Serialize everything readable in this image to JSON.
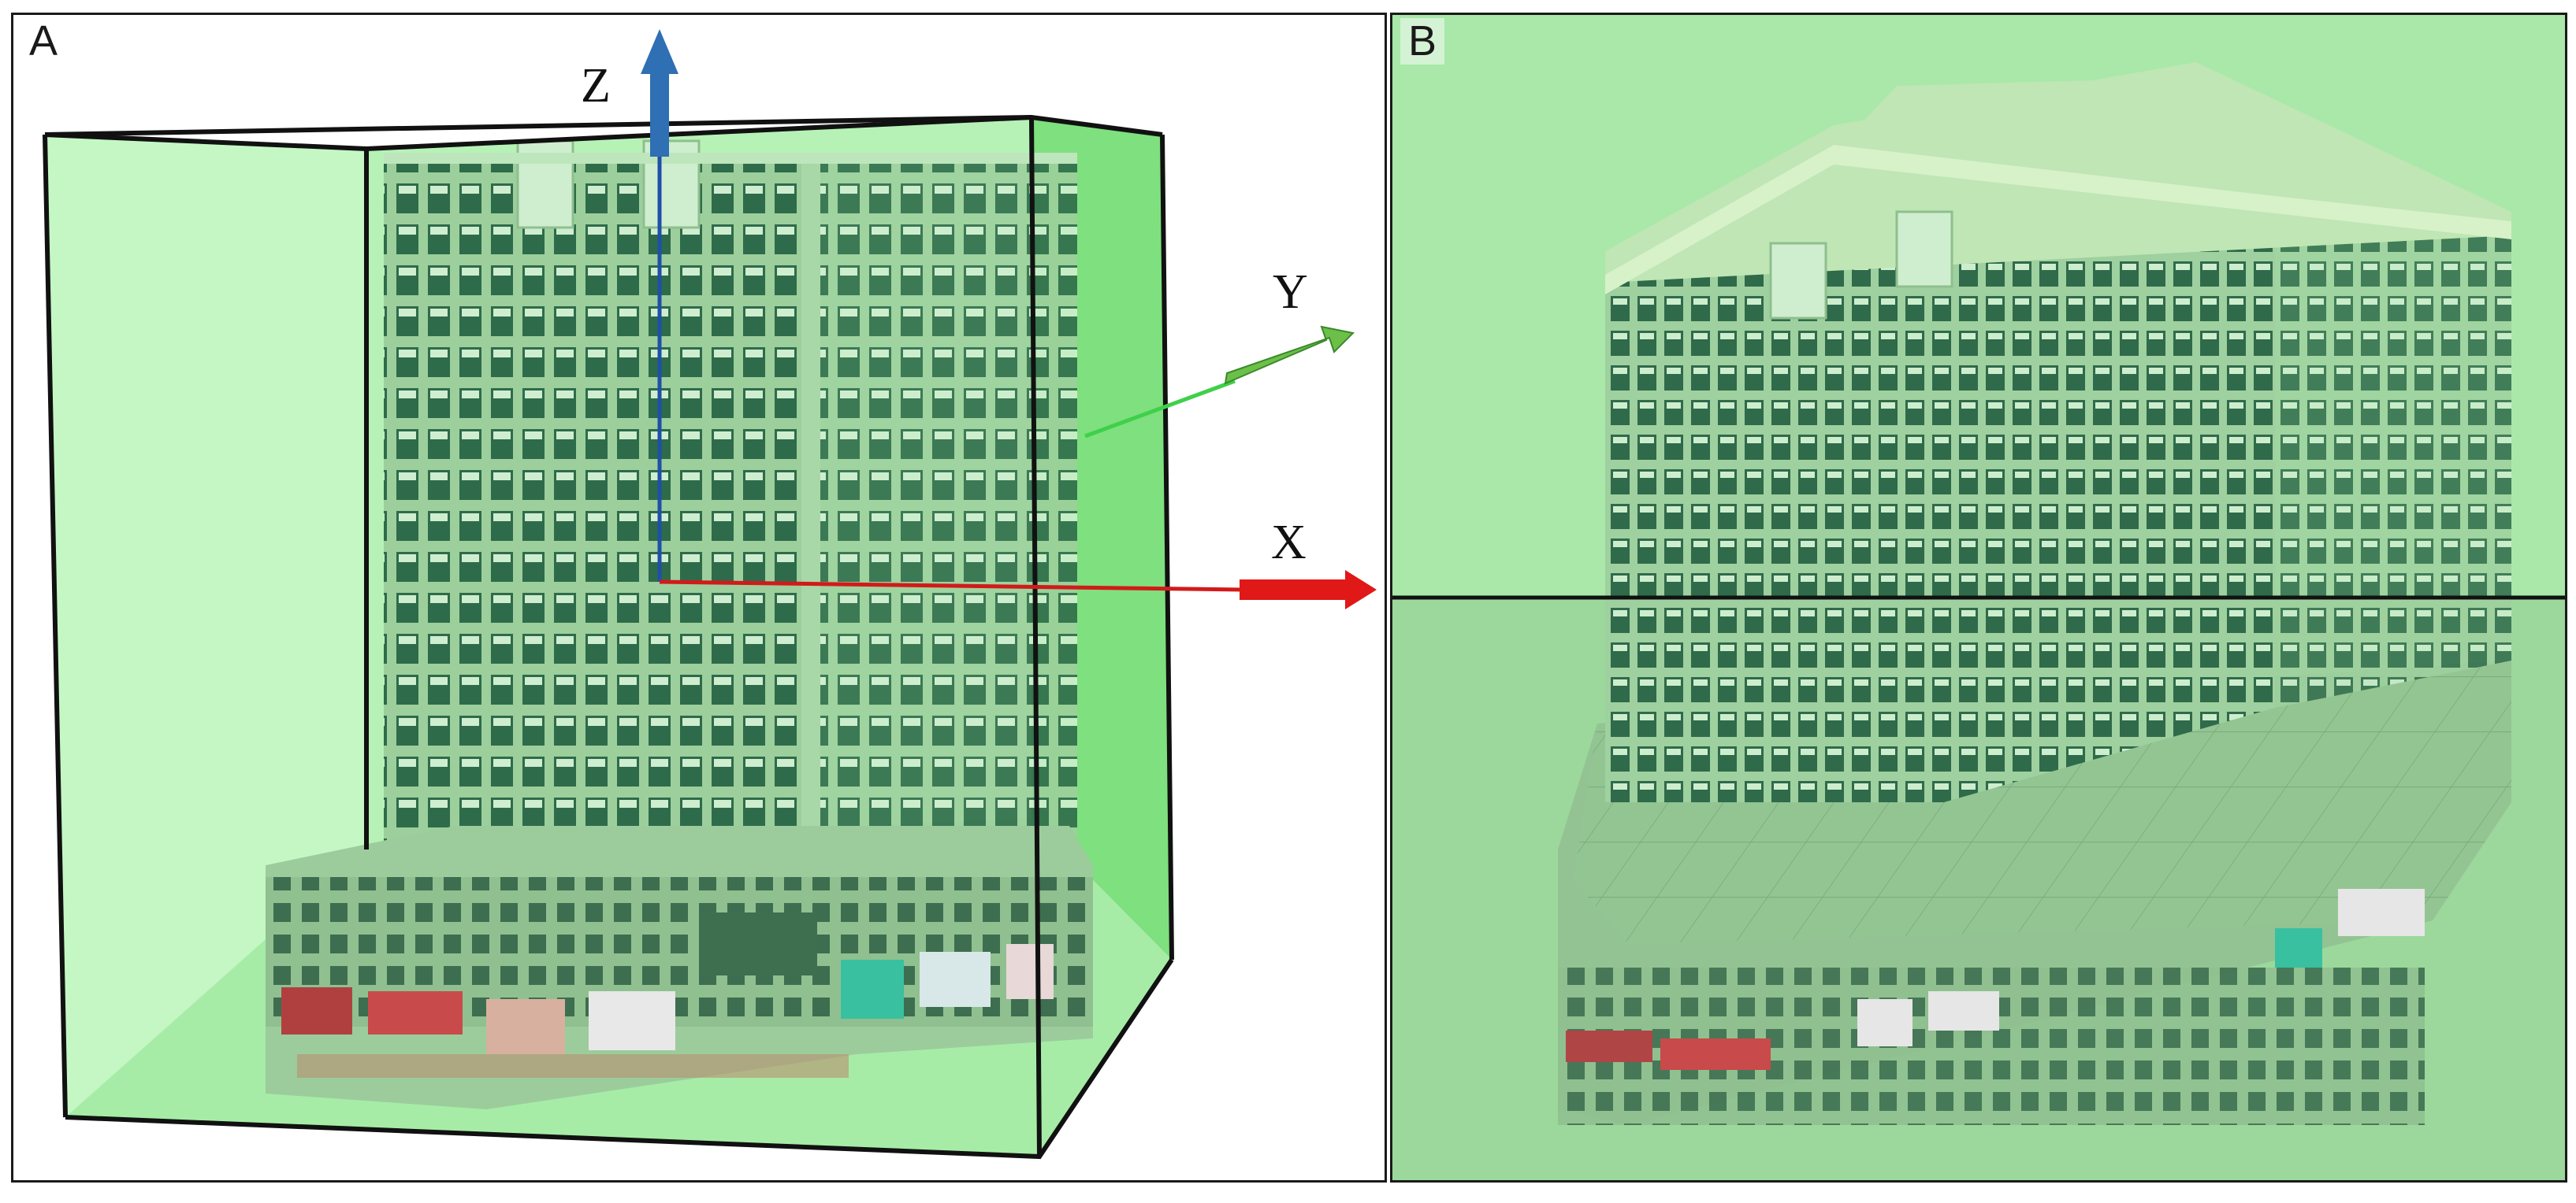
{
  "panels": {
    "a": {
      "label": "A"
    },
    "b": {
      "label": "B"
    }
  },
  "axes": {
    "x": "X",
    "y": "Y",
    "z": "Z"
  },
  "colors": {
    "box_fill": "#aef0ae",
    "box_side": "#7ee07e",
    "building": "#8fc48f",
    "window": "#2e6b4a",
    "axis_x": "#e01818",
    "axis_y": "#6cc04a",
    "axis_z": "#2f6fb3",
    "plane_upper": "#a9e8a9",
    "plane_lower": "#9cd89c"
  }
}
